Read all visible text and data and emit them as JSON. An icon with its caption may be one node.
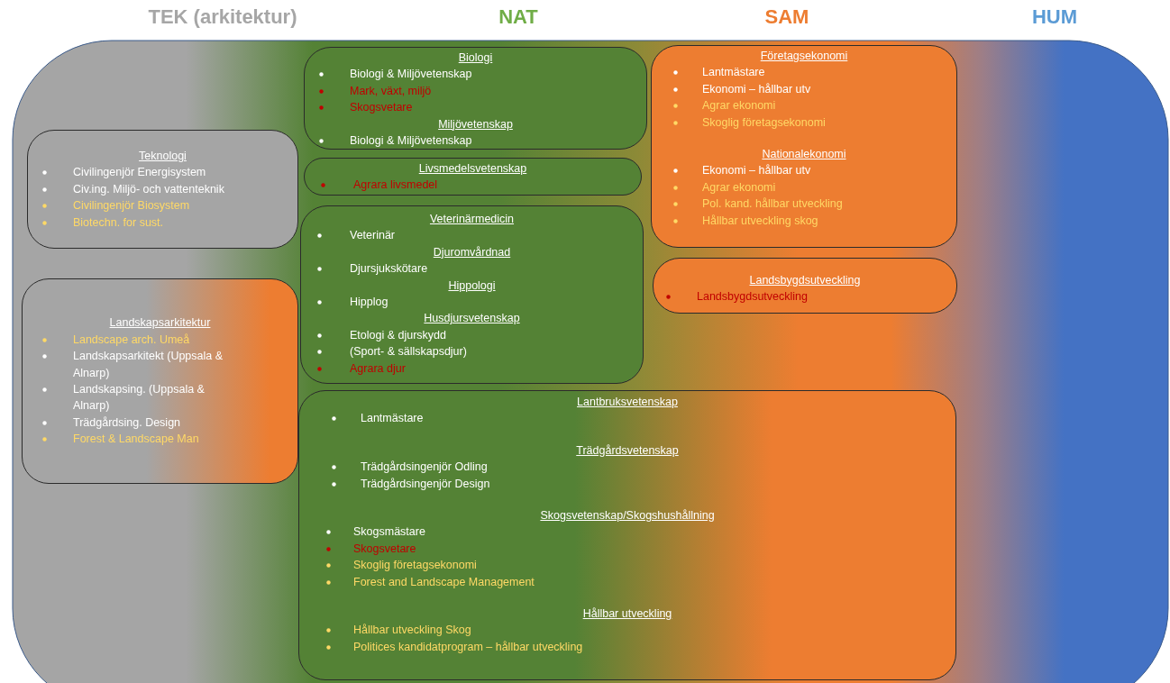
{
  "diagram": {
    "nodes": [
      {
        "text": [
          "Teknologi",
          "Civilingenjör Energisystem",
          "Civ.ing. Miljö- och vattenteknik",
          "Civilingenjör Biosystem",
          "Biotechn. for sust."
        ]
      },
      {
        "text": [
          "Landskapsarkitektur",
          "Landscape arch. Umeå",
          "Landskapsarkitekt (Uppsala & Alnarp)",
          "Landskapsing. (Uppsala & Alnarp)",
          "Trädgårdsing. Design",
          "Forest & Landscape Man"
        ]
      },
      {
        "text": [
          "Biologi",
          "Biologi & Miljövetenskap",
          "Mark, växt, miljö",
          "Skogsvetare",
          "Miljövetenskap",
          "Biologi & Miljövetenskap"
        ]
      },
      {
        "text": [
          "Livsmedelsvetenskap",
          "Agrara livsmedel"
        ]
      },
      {
        "text": [
          "Veterinärmedicin",
          "Veterinär",
          "Djuromvårdnad",
          "Djursjukskötare",
          "Hippologi",
          "Hipplog",
          "Husdjursvetenskap",
          "Etologi & djurskydd",
          "(Sport-  & sällskapsdjur)",
          "Agrara djur"
        ]
      },
      {
        "text": [
          "Företagsekonomi",
          "Lantmästare",
          "Ekonomi – hållbar utv",
          "Agrar ekonomi",
          "Skoglig företagsekonomi",
          "Nationalekonomi",
          "Ekonomi – hållbar utv",
          "Agrar ekonomi",
          "Pol. kand. hållbar utveckling",
          "Hållbar utveckling skog"
        ]
      },
      {
        "text": [
          "Landsbygdsutveckling",
          "Landsbygdsutveckling"
        ]
      },
      {
        "text": [
          "Lantbruksvetenskap",
          "Lantmästare",
          "Trädgårdsvetenskap",
          "Trädgårdsingenjör Odling",
          "Trädgårdsingenjör Design",
          "Skogsvetenskap/Skogshushållning",
          "Skogsmästare",
          "Skogsvetare",
          "Skoglig företagsekonomi",
          "Forest and Landscape Management",
          "Hållbar utveckling",
          "Hållbar utveckling Skog",
          "Politices kandidatprogram – hållbar utveckling"
        ]
      }
    ],
    "labels": [
      "TEK (arkitektur)",
      "NAT",
      "SAM",
      "HUM"
    ]
  }
}
